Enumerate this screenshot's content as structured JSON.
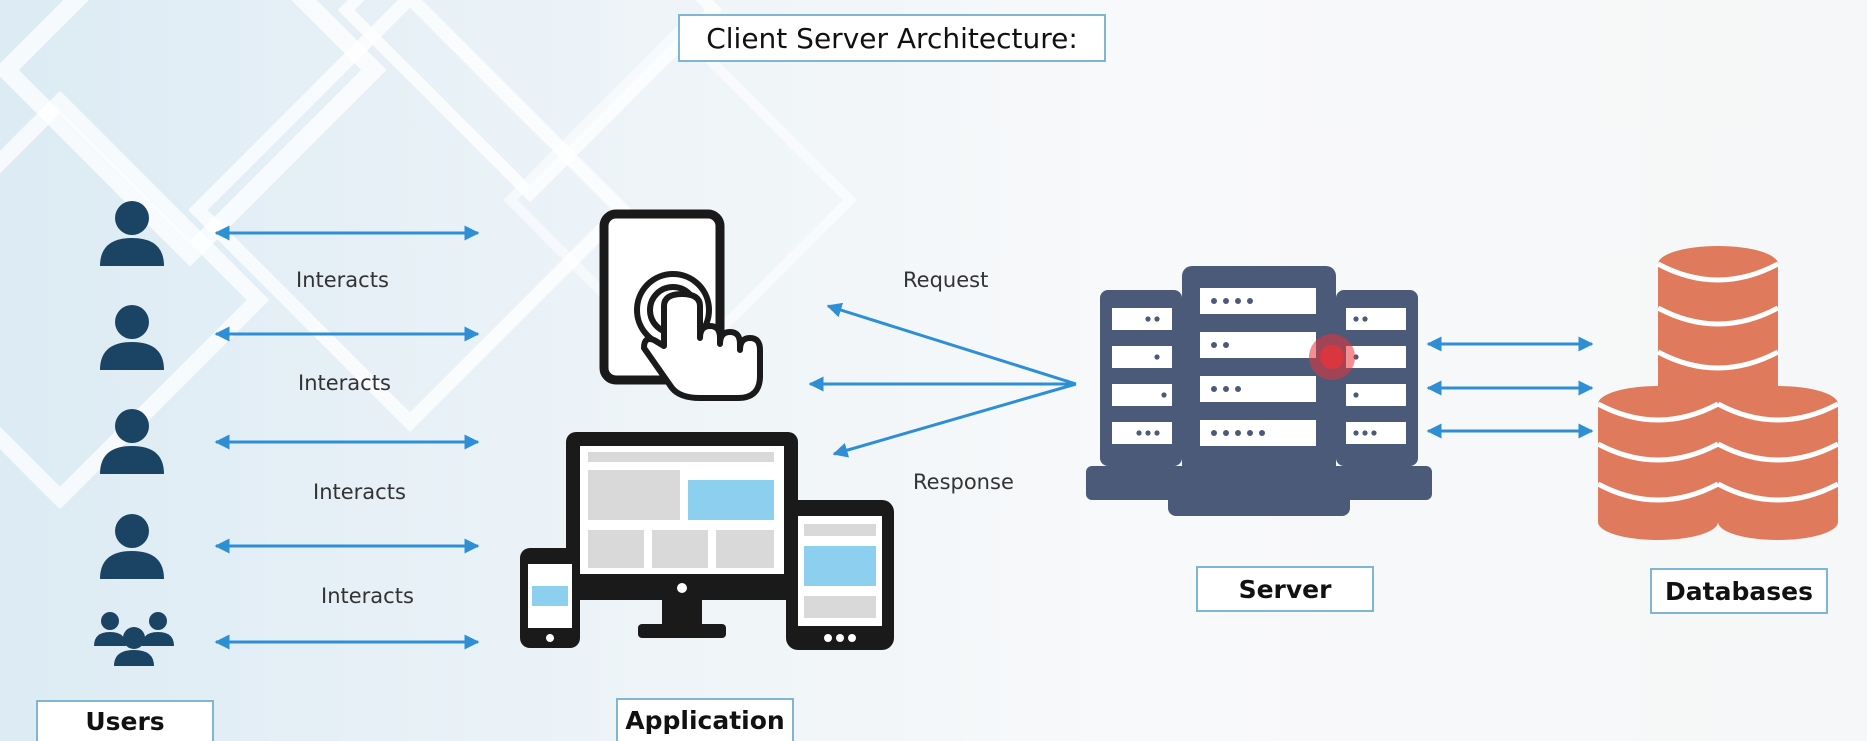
{
  "title": "Client Server Architecture:",
  "colors": {
    "icon_dark": "#1b4464",
    "device_dark": "#1a1a1a",
    "server_body": "#4b5a78",
    "server_slot": "#ffffff",
    "database": "#df7a5c",
    "arrow": "#2f8fd4",
    "accent_screen": "#8ccfee",
    "label_border": "#7fb6d6",
    "pointer_highlight": "#e8333a"
  },
  "nodes": {
    "users": {
      "label": "Users",
      "icons": [
        "user-icon",
        "user-icon",
        "user-icon",
        "user-icon",
        "user-group-icon"
      ]
    },
    "application": {
      "label": "Application",
      "icons": [
        "tablet-touch-icon",
        "monitor-icon",
        "phone-icon",
        "tablet-icon"
      ]
    },
    "server": {
      "label": "Server",
      "icons": [
        "server-rack-icon"
      ]
    },
    "databases": {
      "label": "Databases",
      "icons": [
        "database-icon",
        "database-icon",
        "database-icon"
      ]
    }
  },
  "edges": {
    "users_application": [
      "Interacts",
      "Interacts",
      "Interacts",
      "Interacts"
    ],
    "application_server": {
      "request": "Request",
      "response": "Response"
    }
  }
}
